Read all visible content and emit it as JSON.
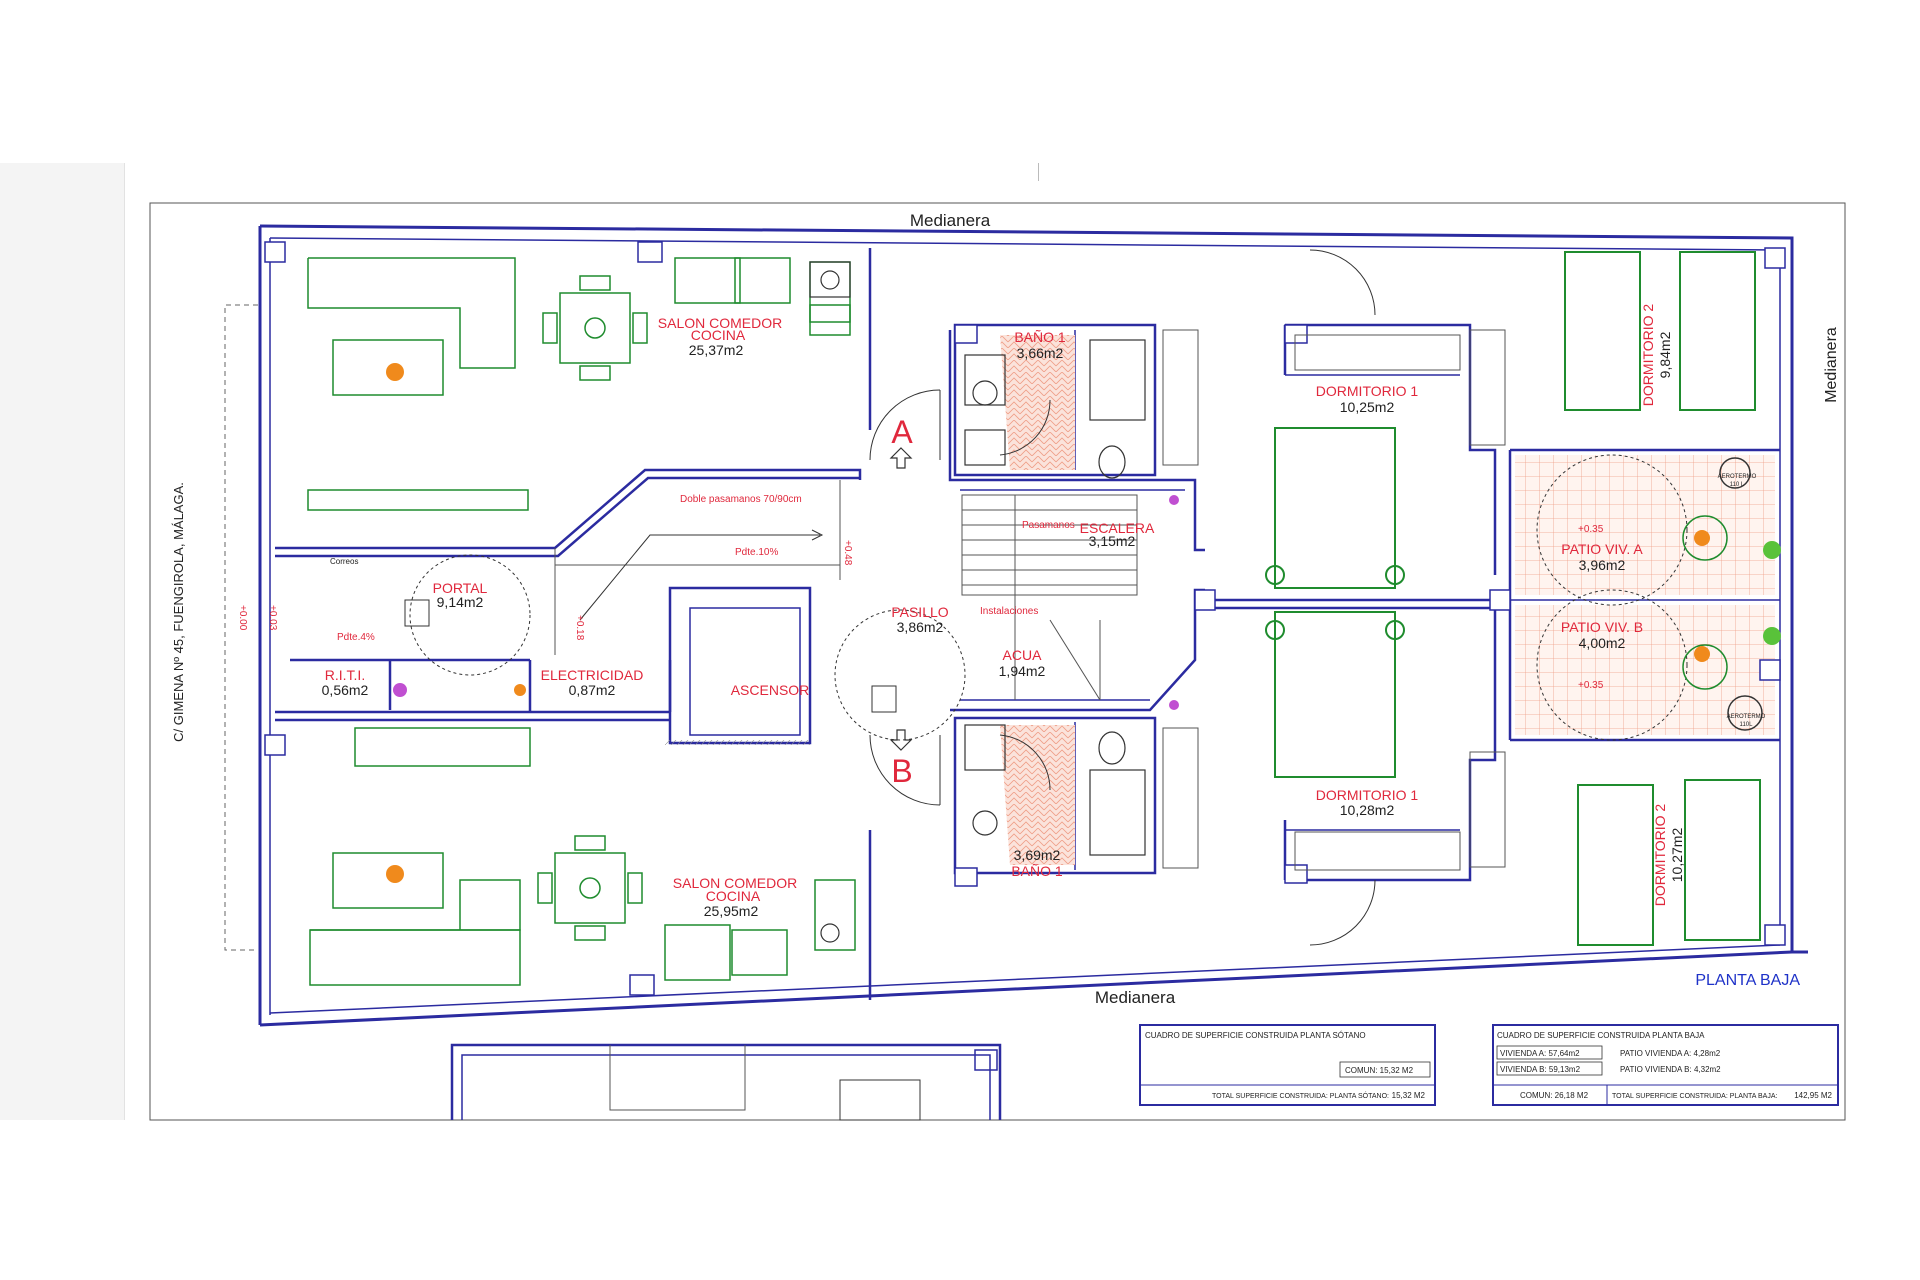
{
  "labels": {
    "medianera_top": "Medianera",
    "medianera_bottom": "Medianera",
    "medianera_right": "Medianera",
    "street": "C/ GIMENA Nº 45, FUENGIROLA, MÁLAGA.",
    "plan_title": "PLANTA BAJA",
    "marker_a": "A",
    "marker_b": "B"
  },
  "rooms": {
    "salon_a": {
      "name1": "SALON COMEDOR",
      "name2": "COCINA",
      "area": "25,37m2"
    },
    "salon_b": {
      "name1": "SALON COMEDOR",
      "name2": "COCINA",
      "area": "25,95m2"
    },
    "bano_a": {
      "name": "BAÑO 1",
      "area": "3,66m2"
    },
    "bano_b": {
      "name": "BAÑO 1",
      "area": "3,69m2"
    },
    "dormitorio1_a": {
      "name": "DORMITORIO 1",
      "area": "10,25m2"
    },
    "dormitorio1_b": {
      "name": "DORMITORIO 1",
      "area": "10,28m2"
    },
    "dormitorio2_a": {
      "name": "DORMITORIO 2",
      "area": "9,84m2"
    },
    "dormitorio2_b": {
      "name": "DORMITORIO 2",
      "area": "10,27m2"
    },
    "patio_a": {
      "name": "PATIO VIV. A",
      "area": "3,96m2"
    },
    "patio_b": {
      "name": "PATIO VIV. B",
      "area": "4,00m2"
    },
    "escalera": {
      "name": "ESCALERA",
      "area": "3,15m2"
    },
    "pasillo": {
      "name": "PASILLO",
      "area": "3,86m2"
    },
    "acua": {
      "name": "ACUA",
      "area": "1,94m2"
    },
    "portal": {
      "name": "PORTAL",
      "area": "9,14m2"
    },
    "riti": {
      "name": "R.I.T.I.",
      "area": "0,56m2"
    },
    "electricidad": {
      "name": "ELECTRICIDAD",
      "area": "0,87m2"
    },
    "ascensor": {
      "name": "ASCENSOR"
    }
  },
  "annotations": {
    "pasamanos_doble": "Doble pasamanos 70/90cm",
    "pdte_10": "Pdte.10%",
    "pdte_4": "Pdte.4%",
    "pasamanos": "Pasamanos",
    "instalaciones": "Instalaciones",
    "correos": "Correos",
    "lvl_048": "+0.48",
    "lvl_018": "+0.18",
    "lvl_003": "+0.03",
    "lvl_000": "+0.00",
    "lvl_035_a": "+0.35",
    "lvl_035_b": "+0.35",
    "aerotermo_a1": "AEROTERMO",
    "aerotermo_a2": "110 L",
    "aerotermo_b1": "AEROTERMO",
    "aerotermo_b2": "110L"
  },
  "table_sotano": {
    "title": "CUADRO DE SUPERFICIE CONSTRUIDA PLANTA SÓTANO",
    "comun": "COMUN: 15,32 M2",
    "total_label": "TOTAL SUPERFICIE CONSTRUIDA: PLANTA SÓTANO:",
    "total_value": "15,32 M2"
  },
  "table_baja": {
    "title": "CUADRO DE SUPERFICIE CONSTRUIDA PLANTA BAJA",
    "vivienda_a": "VIVIENDA A: 57,64m2",
    "vivienda_b": "VIVIENDA B: 59,13m2",
    "patio_a": "PATIO VIVIENDA A: 4,28m2",
    "patio_b": "PATIO VIVIENDA B: 4,32m2",
    "comun": "COMUN: 26,18 M2",
    "total_label": "TOTAL SUPERFICIE CONSTRUIDA: PLANTA BAJA:",
    "total_value": "142,95 M2"
  },
  "colors": {
    "wall": "#2b2ba0",
    "furniture": "#1f8c2e",
    "text_red": "#e0283c",
    "tile": "#f4b8a6",
    "accent_blue": "#1e32c8"
  }
}
